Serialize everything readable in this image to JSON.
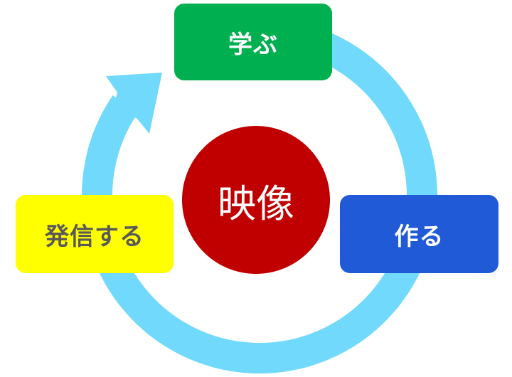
{
  "colors": {
    "cycle_arrow": "#71d9fc",
    "learn": "#00b050",
    "make": "#215ad6",
    "share": "#ffff00",
    "center": "#c00000"
  },
  "center": {
    "label": "映像"
  },
  "steps": [
    {
      "label": "学ぶ"
    },
    {
      "label": "作る"
    },
    {
      "label": "発信する"
    }
  ]
}
